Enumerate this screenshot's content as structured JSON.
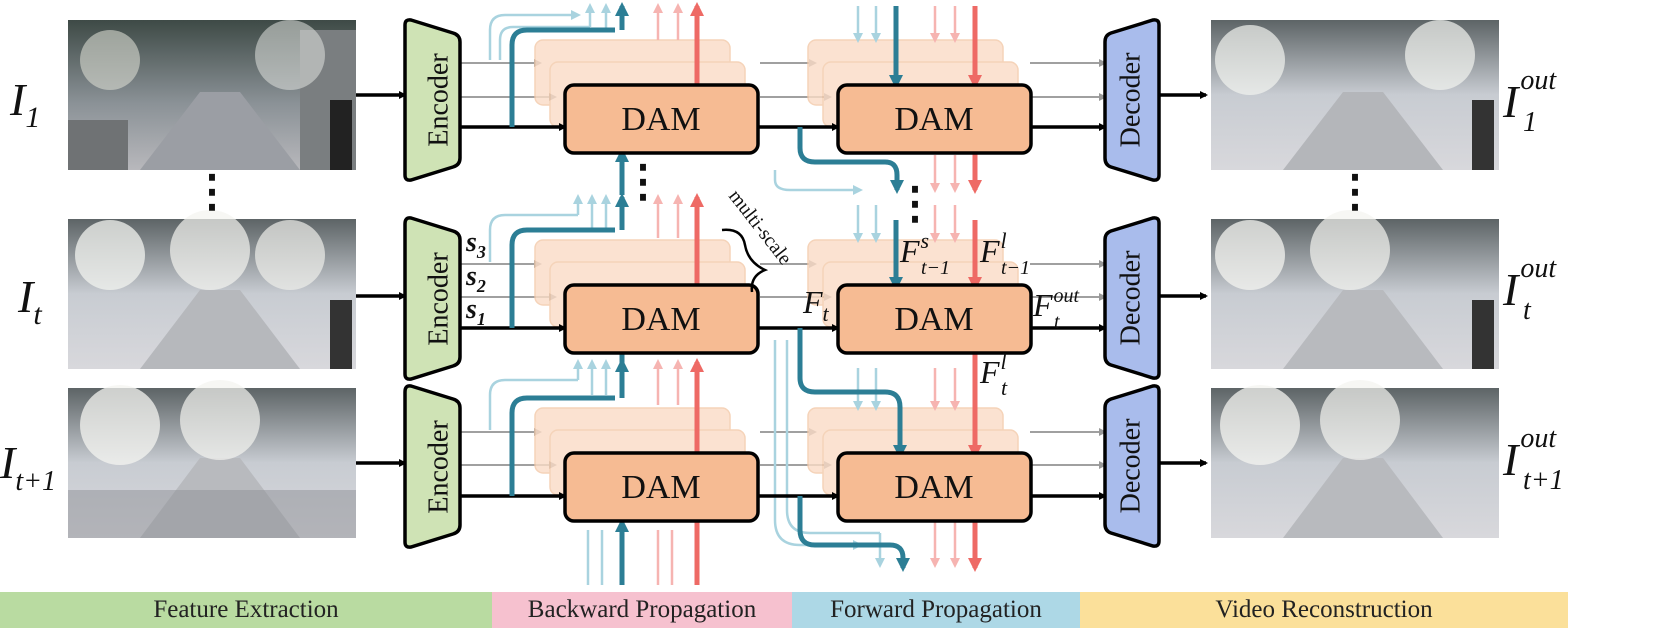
{
  "blocks": {
    "encoder": "Encoder",
    "decoder": "Decoder",
    "dam": "DAM"
  },
  "rows": [
    {
      "input_base": "I",
      "input_sub": "1",
      "output_base": "I",
      "output_sup": "out",
      "output_sub": "1"
    },
    {
      "input_base": "I",
      "input_sub": "t",
      "output_base": "I",
      "output_sup": "out",
      "output_sub": "t"
    },
    {
      "input_base": "I",
      "input_sub": "t+1",
      "output_base": "I",
      "output_sup": "out",
      "output_sub": "t+1"
    }
  ],
  "scale_labels": [
    {
      "base": "s",
      "sub": "3"
    },
    {
      "base": "s",
      "sub": "2"
    },
    {
      "base": "s",
      "sub": "1"
    }
  ],
  "multiscale_label": "multi-scale",
  "feature_labels": {
    "f_t": {
      "base": "F",
      "sub": "t"
    },
    "f_s_prev": {
      "base": "F",
      "sup": "s",
      "sub": "t−1"
    },
    "f_l_prev": {
      "base": "F",
      "sup": "l",
      "sub": "t−1"
    },
    "f_out": {
      "base": "F",
      "sup": "out",
      "sub": "t"
    },
    "f_l": {
      "base": "F",
      "sup": "l",
      "sub": "t"
    }
  },
  "ellipsis": "⋮",
  "stages": [
    {
      "label": "Feature Extraction",
      "color": "#b9dba1"
    },
    {
      "label": "Backward Propagation",
      "color": "#f6c1cf"
    },
    {
      "label": "Forward Propagation",
      "color": "#add8e6"
    },
    {
      "label": "Video Reconstruction",
      "color": "#fbe09a"
    }
  ],
  "colors": {
    "encoder": "#cfe3b5",
    "decoder": "#a9bcec",
    "dam": "#f6bb93",
    "dam_ghost": "#fbdcc6",
    "teal": "#2c7e95",
    "red": "#ee6a65"
  }
}
